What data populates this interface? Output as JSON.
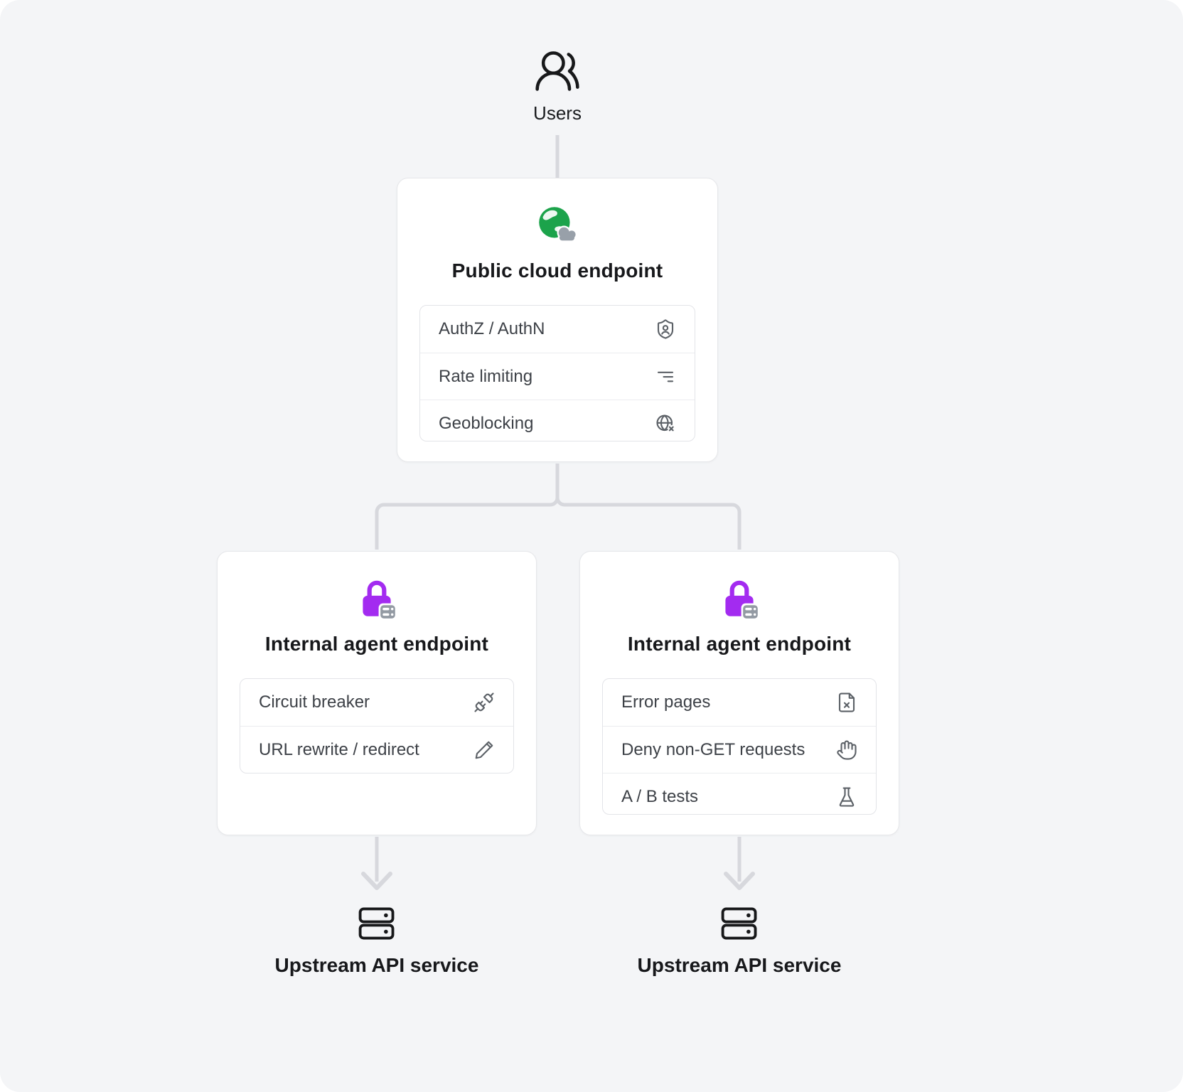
{
  "users": {
    "label": "Users"
  },
  "public_endpoint": {
    "title": "Public cloud endpoint",
    "features": [
      {
        "label": "AuthZ / AuthN",
        "icon": "shield-user-icon"
      },
      {
        "label": "Rate limiting",
        "icon": "filter-lines-icon"
      },
      {
        "label": "Geoblocking",
        "icon": "globe-x-icon"
      }
    ]
  },
  "left_endpoint": {
    "title": "Internal agent endpoint",
    "features": [
      {
        "label": "Circuit breaker",
        "icon": "plug-icon"
      },
      {
        "label": "URL rewrite / redirect",
        "icon": "pencil-icon"
      }
    ]
  },
  "right_endpoint": {
    "title": "Internal agent endpoint",
    "features": [
      {
        "label": "Error pages",
        "icon": "file-x-icon"
      },
      {
        "label": "Deny non-GET requests",
        "icon": "hand-icon"
      },
      {
        "label": "A / B tests",
        "icon": "flask-icon"
      }
    ]
  },
  "upstream_left": {
    "label": "Upstream API service"
  },
  "upstream_right": {
    "label": "Upstream API service"
  },
  "colors": {
    "background": "#f4f5f7",
    "card_border": "#e6e7ea",
    "connector": "#d7d8dd",
    "accent_purple": "#a32bf0",
    "accent_green": "#1ca34b",
    "cloud_gray": "#98a0a9",
    "text_primary": "#17181b",
    "text_row": "#3d4147",
    "icon_gray": "#5c6167"
  }
}
